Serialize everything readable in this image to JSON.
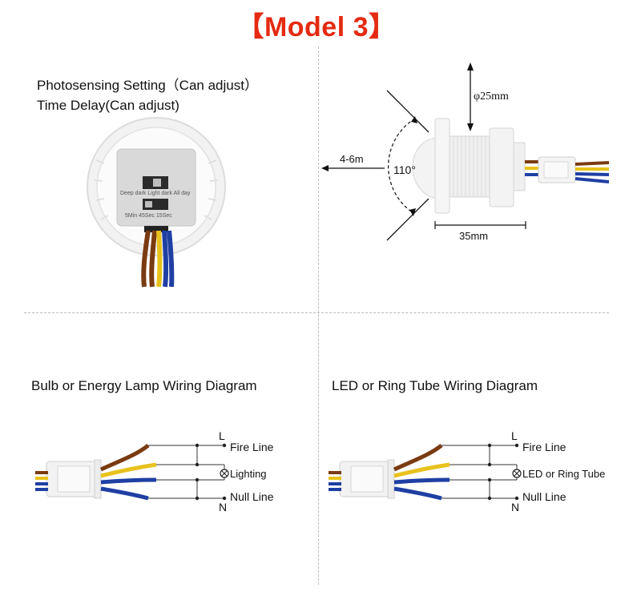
{
  "title": "【Model 3】",
  "top_left": {
    "line1": "Photosensing Setting（Can adjust）",
    "line2": "Time Delay(Can adjust)",
    "light_dial": "Deep dark  Light dark  All day",
    "time_dial": "5Min  45Sec  15Sec"
  },
  "top_right": {
    "diameter": "φ25mm",
    "range": "4-6m",
    "angle": "110°",
    "length": "35mm"
  },
  "diagram_left": {
    "title": "Bulb or Energy Lamp Wiring Diagram",
    "l_label": "L",
    "fire_line": "Fire Line",
    "load_label": "Lighting",
    "null_line": "Null Line",
    "n_label": "N"
  },
  "diagram_right": {
    "title": "LED or Ring Tube Wiring Diagram",
    "l_label": "L",
    "fire_line": "Fire Line",
    "load_label": "LED or Ring Tube",
    "null_line": "Null Line",
    "n_label": "N"
  },
  "colors": {
    "title": "#e52a12",
    "brown_wire": "#7a3b12",
    "yellow_wire": "#e8c21c",
    "blue_wire": "#1f3fa3"
  }
}
